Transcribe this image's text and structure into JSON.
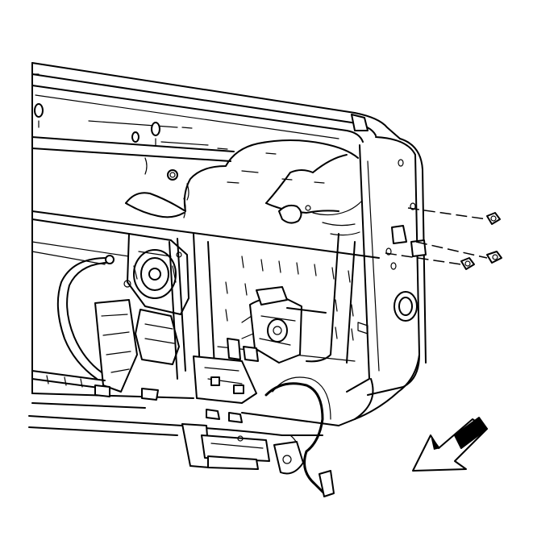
{
  "diagram": {
    "parts": [
      {
        "id": "door-trim-panel",
        "icon": "door-panel-outline"
      },
      {
        "id": "window-regulator-motor",
        "icon": "motor-outline"
      },
      {
        "id": "door-lock-actuator",
        "icon": "actuator-outline"
      },
      {
        "id": "mounting-screws",
        "icon": "screw-icon",
        "count": 3
      },
      {
        "id": "wiring-harness",
        "icon": "harness-outline"
      }
    ],
    "direction_arrow": {
      "icon": "arrow-down-left-icon",
      "color": "#000000"
    },
    "line_color": "#000000",
    "background": "#ffffff"
  }
}
